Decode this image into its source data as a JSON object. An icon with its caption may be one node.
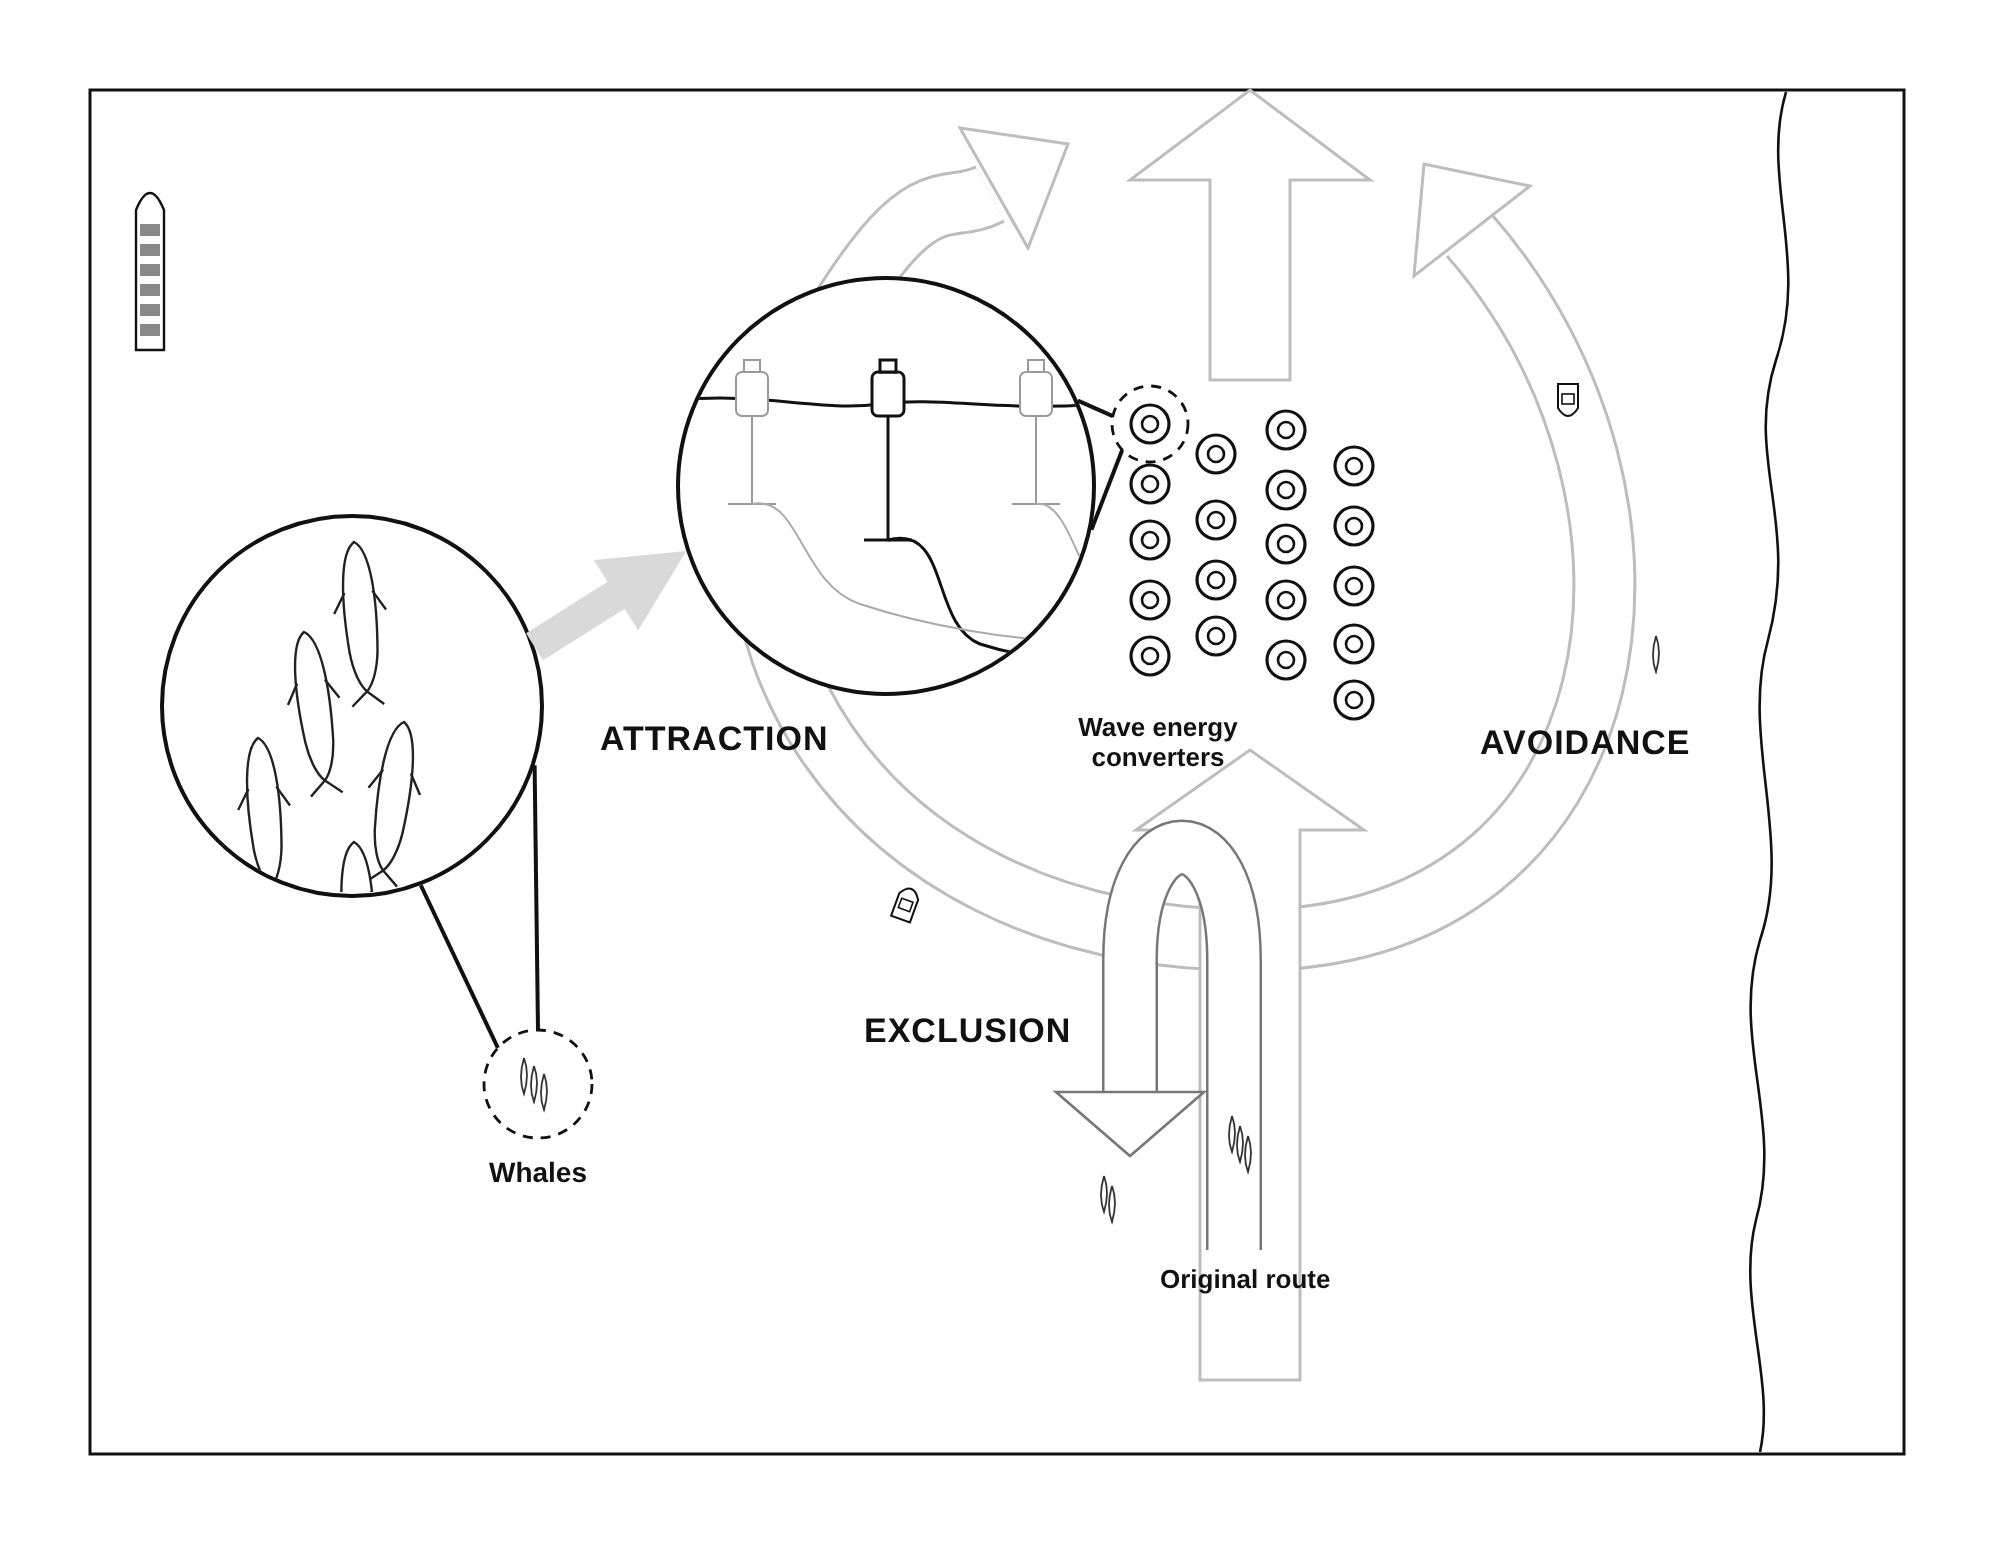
{
  "diagram": {
    "nodes": [
      {
        "text": [
          "Whales"
        ]
      },
      {
        "text": [],
        "shape": "circle"
      },
      {
        "text": [],
        "shape": "circle"
      },
      {
        "text": [],
        "shape": "circle"
      }
    ],
    "edges": [
      {
        "from": 1,
        "to": 0,
        "arrow": "none"
      },
      {
        "from": 1,
        "to": 0,
        "arrow": "none"
      },
      {
        "from": 2,
        "to": 3,
        "arrow": "none"
      },
      {
        "from": 2,
        "to": 3,
        "arrow": "none"
      },
      {
        "from": 1,
        "to": 2,
        "arrow": "to",
        "color": "#d9d9d9",
        "style": "thick"
      }
    ],
    "labels": [
      "ATTRACTION",
      "Wave energy converters",
      "AVOIDANCE",
      "EXCLUSION",
      "Original route"
    ]
  }
}
